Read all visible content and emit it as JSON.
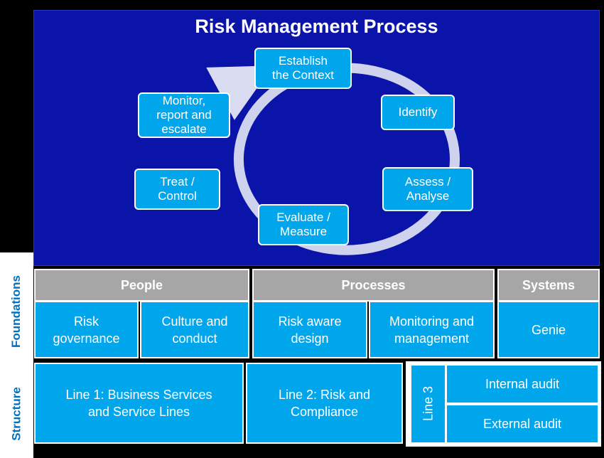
{
  "title": "Risk Management Process",
  "cycle": {
    "establish": "Establish\nthe Context",
    "identify": "Identify",
    "assess": "Assess /\nAnalyse",
    "evaluate": "Evaluate /\nMeasure",
    "treat": "Treat /\nControl",
    "monitor": "Monitor,\nreport and\nescalate"
  },
  "side_labels": {
    "foundations": "Foundations",
    "structure": "Structure"
  },
  "foundations": {
    "headers": {
      "people": "People",
      "processes": "Processes",
      "systems": "Systems"
    },
    "items": {
      "risk_governance": "Risk\ngovernance",
      "culture": "Culture and\nconduct",
      "risk_aware": "Risk aware\ndesign",
      "monitoring": "Monitoring and\nmanagement",
      "genie": "Genie"
    }
  },
  "structure": {
    "line1": "Line 1: Business Services\nand Service Lines",
    "line2": "Line 2: Risk and\nCompliance",
    "line3": "Line 3",
    "internal_audit": "Internal audit",
    "external_audit": "External audit"
  },
  "colors": {
    "panel": "#0a14a8",
    "box": "#00a6ec",
    "header": "#a6a6a6",
    "side_text": "#0070c0",
    "ring": "#d9dcf0"
  }
}
